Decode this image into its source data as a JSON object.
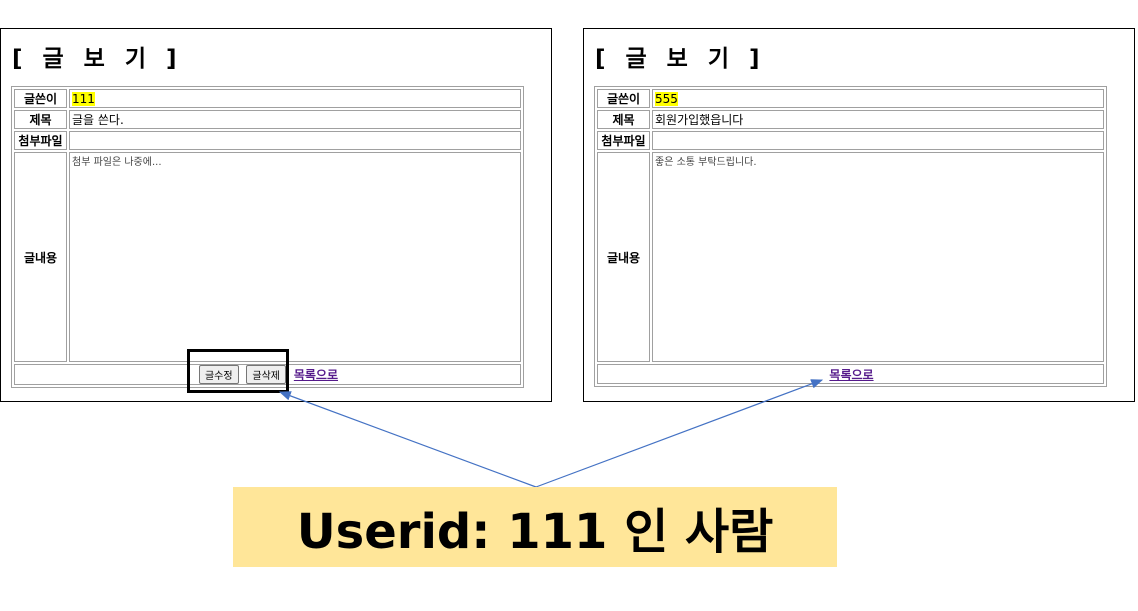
{
  "left_panel": {
    "title": "[ 글 보 기 ]",
    "rows": {
      "writer_label": "글쓴이",
      "writer_value": "111",
      "subject_label": "제목",
      "subject_value": "글을 쓴다.",
      "attachment_label": "첨부파일",
      "attachment_value": "",
      "content_label": "글내용",
      "content_value": "첨부 파일은 나중에..."
    },
    "buttons": {
      "edit_label": "글수정",
      "delete_label": "글삭제",
      "list_link": "목록으로"
    }
  },
  "right_panel": {
    "title": "[ 글 보 기 ]",
    "rows": {
      "writer_label": "글쓴이",
      "writer_value": "555",
      "subject_label": "제목",
      "subject_value": "회원가입했읍니다",
      "attachment_label": "첨부파일",
      "attachment_value": "",
      "content_label": "글내용",
      "content_value": "좋은 소통 부탁드립니다."
    },
    "buttons": {
      "list_link": "목록으로"
    }
  },
  "callout": {
    "text": "Userid: 111 인 사람"
  },
  "colors": {
    "highlight": "#ffff00",
    "callout_bg": "#ffe699",
    "arrow": "#4472c4",
    "link": "#551a8b"
  }
}
